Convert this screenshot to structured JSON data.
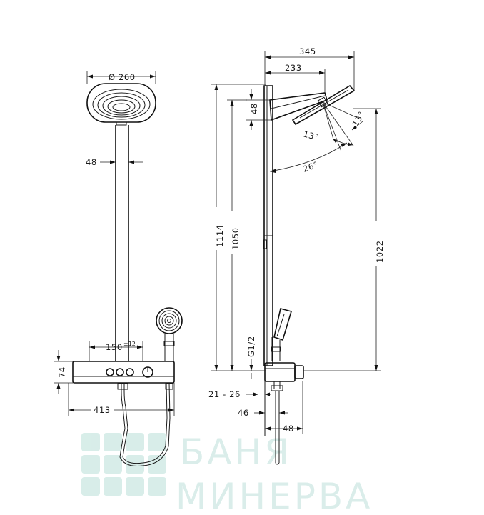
{
  "front_view": {
    "head_diameter": "Ø 260",
    "pipe_width": "48",
    "spacing": "150",
    "spacing_tolerance": "±12",
    "controller_height": "74",
    "total_width": "413"
  },
  "side_view": {
    "depth_total": "345",
    "depth_arm": "233",
    "arm_height": "48",
    "height_total": "1114",
    "height_outlet": "1050",
    "height_head": "1022",
    "angle_tilt_1": "13°",
    "angle_tilt_2": "13°",
    "angle_total": "26°",
    "thread": "G1/2",
    "wall_distance": "21 - 26",
    "pipe_offset": "46",
    "hand_offset": "48"
  },
  "watermark": {
    "line1": "БАНЯ",
    "line2": "МИНЕРВА",
    "logo_color": "#cfe9e4"
  }
}
